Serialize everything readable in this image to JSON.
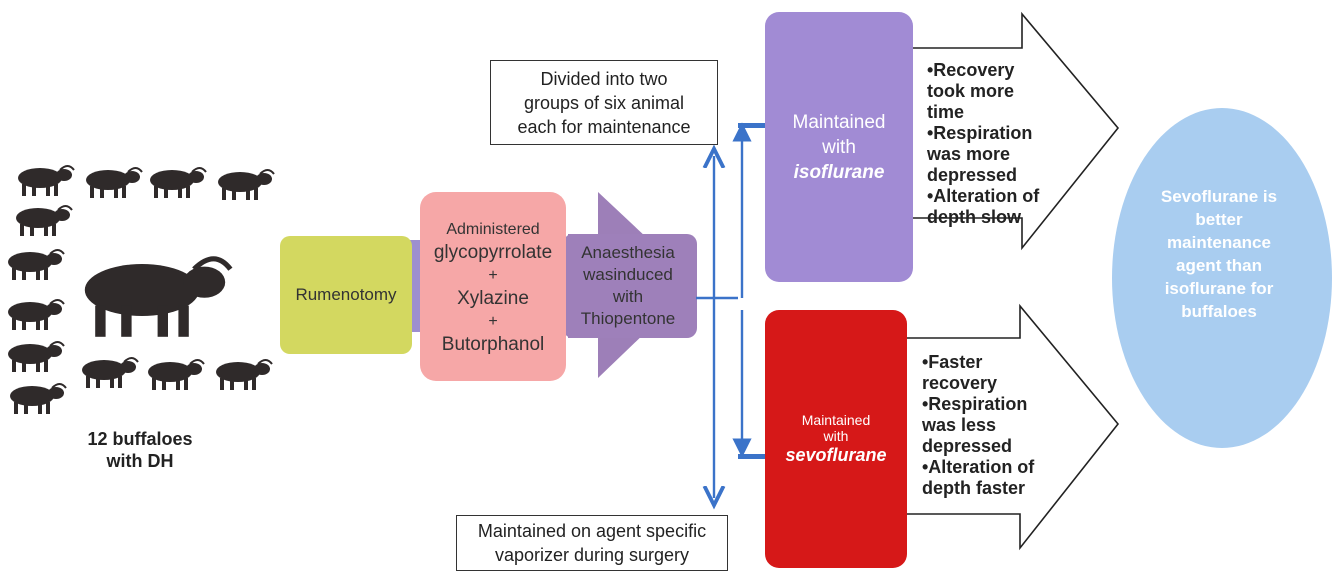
{
  "herd": {
    "label_line1": "12 buffaloes",
    "label_line2": "with DH"
  },
  "steps": {
    "rumenotomy": "Rumenotomy",
    "premedication": {
      "line1": "Administered",
      "line2": "glycopyrrolate",
      "plus1": "+",
      "line3": "Xylazine",
      "plus2": "+",
      "line4": "Butorphanol"
    },
    "induction": {
      "line1": "Anaesthesia",
      "line2": "wasinduced",
      "line3": "with",
      "line4": "Thiopentone"
    }
  },
  "notes": {
    "groups": {
      "line1": "Divided into two",
      "line2": "groups of six animal",
      "line3": "each for maintenance"
    },
    "vaporizer": {
      "line1": "Maintained on agent specific",
      "line2": "vaporizer during surgery"
    }
  },
  "groups": {
    "isoflurane": {
      "line1": "Maintained",
      "line2": "with",
      "agent": "isoflurane",
      "findings": [
        {
          "line1": "•Recovery",
          "line2": "took more",
          "line3": "time"
        },
        {
          "line1": "•Respiration",
          "line2": "was more",
          "line3": "depressed"
        },
        {
          "line1": "•Alteration of",
          "line2": "depth slow",
          "line3": ""
        }
      ]
    },
    "sevoflurane": {
      "line1": "Maintained",
      "line2": "with",
      "agent": "sevoflurane",
      "findings": [
        {
          "line1": "•Faster",
          "line2": "recovery",
          "line3": ""
        },
        {
          "line1": "•Respiration",
          "line2": "was less",
          "line3": "depressed"
        },
        {
          "line1": "•Alteration of",
          "line2": "depth faster",
          "line3": ""
        }
      ]
    }
  },
  "conclusion": {
    "line1": "Sevoflurane is",
    "line2": "better",
    "line3": "maintenance",
    "line4": "agent than",
    "line5": "isoflurane for",
    "line6": "buffaloes"
  },
  "colors": {
    "rumenotomy": "#d3d860",
    "premedication": "#f6a7a7",
    "induction": "#9d7fb8",
    "isoflurane": "#a18bd4",
    "sevoflurane": "#d61818",
    "conclusion": "#a9cdf0",
    "connector": "#3b73c9",
    "buffalo": "#2f2a2a"
  },
  "icons": {
    "herd": "buffalo-icon"
  }
}
